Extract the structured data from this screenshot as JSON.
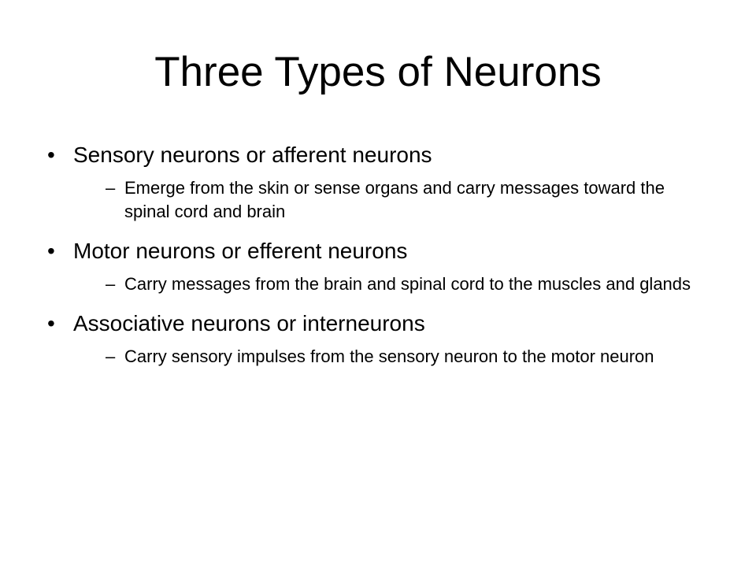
{
  "slide": {
    "title": "Three Types of Neurons",
    "items": [
      {
        "text": "Sensory neurons or afferent neurons",
        "subtext": "Emerge from the skin or sense organs and carry messages toward the spinal cord and brain"
      },
      {
        "text": "Motor neurons or efferent neurons",
        "subtext": "Carry messages from the brain and spinal cord to the muscles and glands"
      },
      {
        "text": "Associative neurons or interneurons",
        "subtext": "Carry sensory impulses from the sensory neuron to the motor neuron"
      }
    ],
    "bullet_glyph": "•",
    "dash_glyph": "–"
  }
}
